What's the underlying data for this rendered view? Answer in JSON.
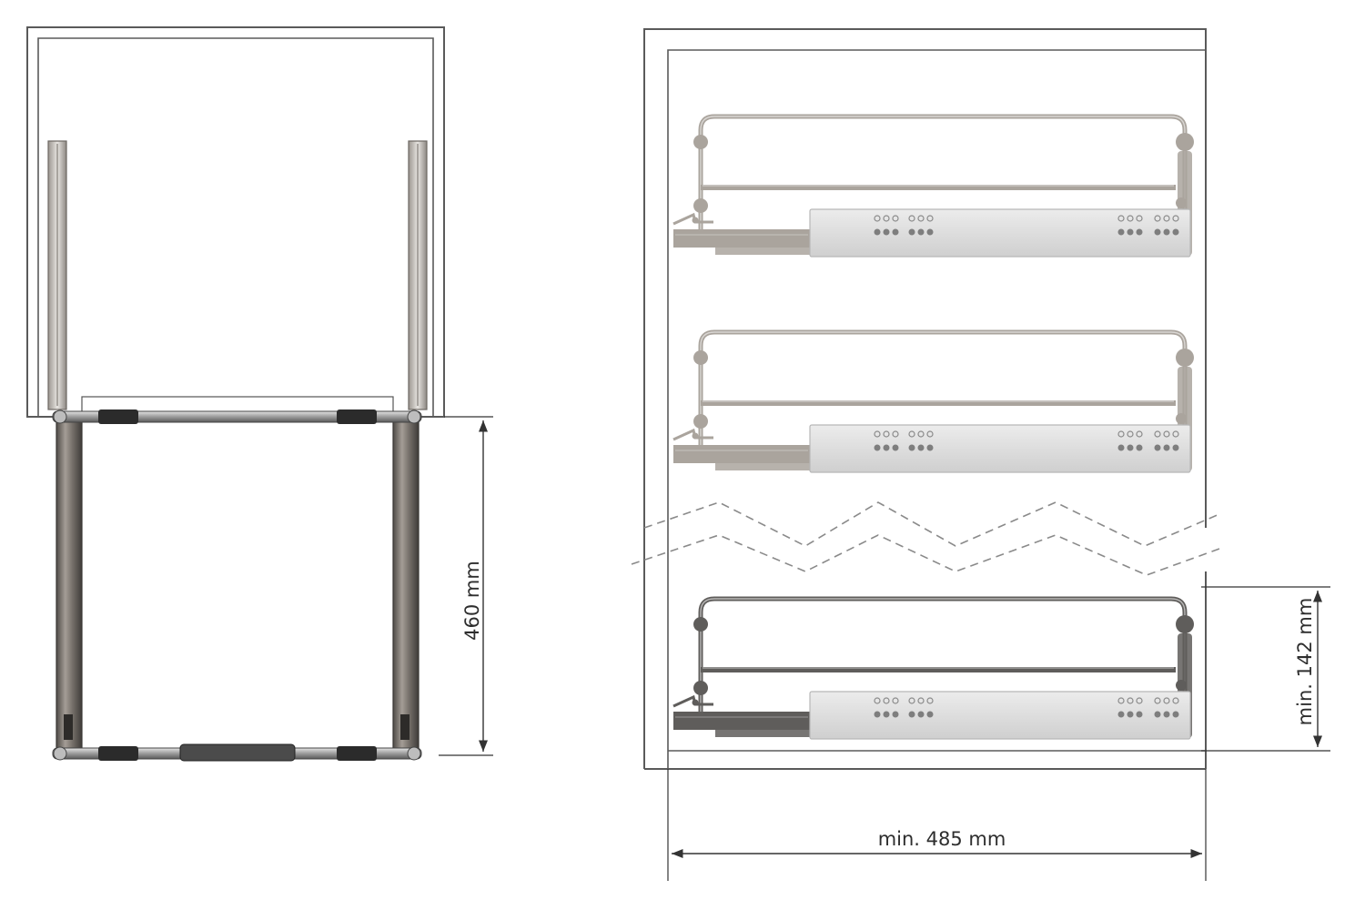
{
  "dimensions": {
    "pullout_depth": "460 mm",
    "min_basket_height": "min. 142 mm",
    "min_cabinet_width": "min. 485 mm"
  },
  "views": {
    "top_view": {
      "baskets": 1,
      "state": "extended"
    },
    "front_view": {
      "baskets_shown": 3,
      "faded_baskets": 2,
      "break_line": true
    }
  },
  "colors": {
    "outline": "#555555",
    "rail_dark": "#6f6a64",
    "rail_light": "#c8c3bd",
    "faded_basket": "#a9a29b",
    "dark_basket": "#6a6866",
    "runner_silver": "#d9d9d9",
    "dashed_break": "#888888"
  }
}
